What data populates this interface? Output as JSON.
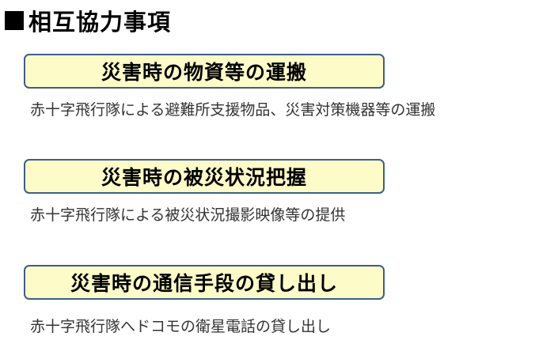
{
  "heading": "相互協力事項",
  "items": [
    {
      "title": "災害時の物資等の運搬",
      "description": "赤十字飛行隊による避難所支援物品、災害対策機器等の運搬"
    },
    {
      "title": "災害時の被災状況把握",
      "description": "赤十字飛行隊による被災状況撮影映像等の提供"
    },
    {
      "title": "災害時の通信手段の貸し出し",
      "description": "赤十字飛行隊へドコモの衛星電話の貸し出し"
    }
  ],
  "colors": {
    "box_fill": "#fdfbc8",
    "box_border": "#3e5e88"
  }
}
